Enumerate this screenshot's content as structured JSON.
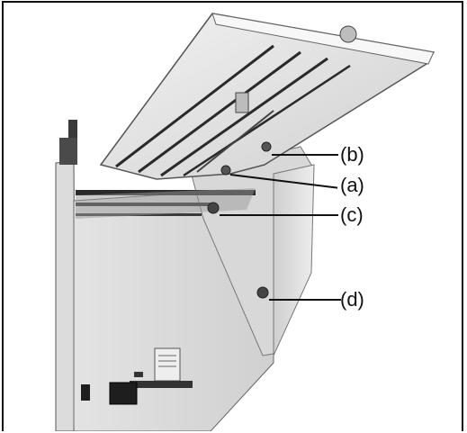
{
  "callouts": {
    "b": "(b)",
    "a": "(a)",
    "c": "(c)",
    "d": "(d)"
  },
  "colors": {
    "machine_light": "#e6e6e6",
    "machine_mid": "#c8c8c8",
    "machine_dark": "#3a3a3a",
    "background": "#ffffff"
  }
}
